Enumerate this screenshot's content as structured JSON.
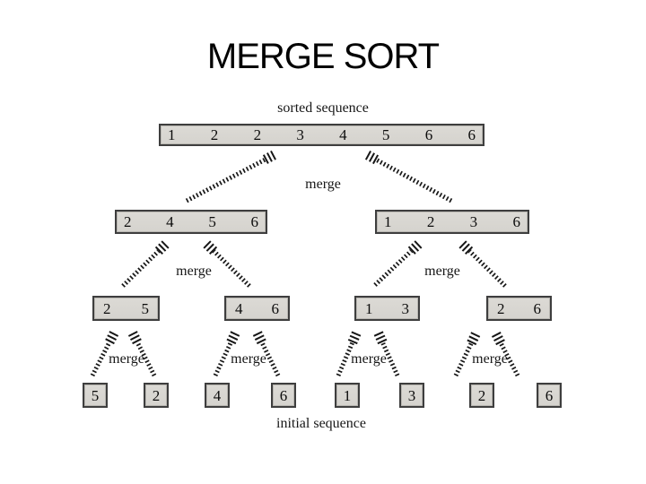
{
  "title": "MERGE SORT",
  "diagram": {
    "top_label": "sorted sequence",
    "bottom_label": "initial sequence",
    "merge_label": "merge",
    "sorted": [
      "1",
      "2",
      "2",
      "3",
      "4",
      "5",
      "6",
      "6"
    ],
    "level2": [
      [
        "2",
        "4",
        "5",
        "6"
      ],
      [
        "1",
        "2",
        "3",
        "6"
      ]
    ],
    "level3": [
      [
        "2",
        "5"
      ],
      [
        "4",
        "6"
      ],
      [
        "1",
        "3"
      ],
      [
        "2",
        "6"
      ]
    ],
    "initial": [
      "5",
      "2",
      "4",
      "6",
      "1",
      "3",
      "2",
      "6"
    ]
  },
  "colors": {
    "box_fill": "#d8d6d1",
    "box_border": "#3e3e3e",
    "arrow": "#161616",
    "text": "#0c0c0c"
  }
}
